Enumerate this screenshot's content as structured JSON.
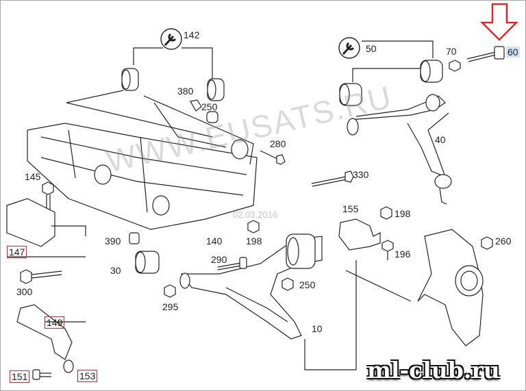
{
  "labels": {
    "l142": "142",
    "l50": "50",
    "l70": "70",
    "l60": "60",
    "l380": "380",
    "l250a": "250",
    "l280": "280",
    "l40": "40",
    "l145": "145",
    "l330": "330",
    "l155": "155",
    "l198a": "198",
    "l147": "147",
    "l390": "390",
    "l140": "140",
    "l198b": "198",
    "l196": "196",
    "l260": "260",
    "l30": "30",
    "l290": "290",
    "l300": "300",
    "l250b": "250",
    "l295": "295",
    "l149": "149",
    "l10": "10",
    "l151": "151",
    "l153": "153"
  },
  "watermark": "WWW.EUSATS.RU",
  "date_stamp": "02.03.2016",
  "brand": "ml-club.ru",
  "colors": {
    "line": "#222222",
    "highlight_arrow": "#e0262b",
    "box_border": "#dd2233",
    "callout_highlight": "#cfe3f7"
  },
  "icons": {
    "wrench_1": "wrench-service-icon",
    "wrench_2": "wrench-service-icon",
    "arrow": "down-arrow-icon"
  }
}
